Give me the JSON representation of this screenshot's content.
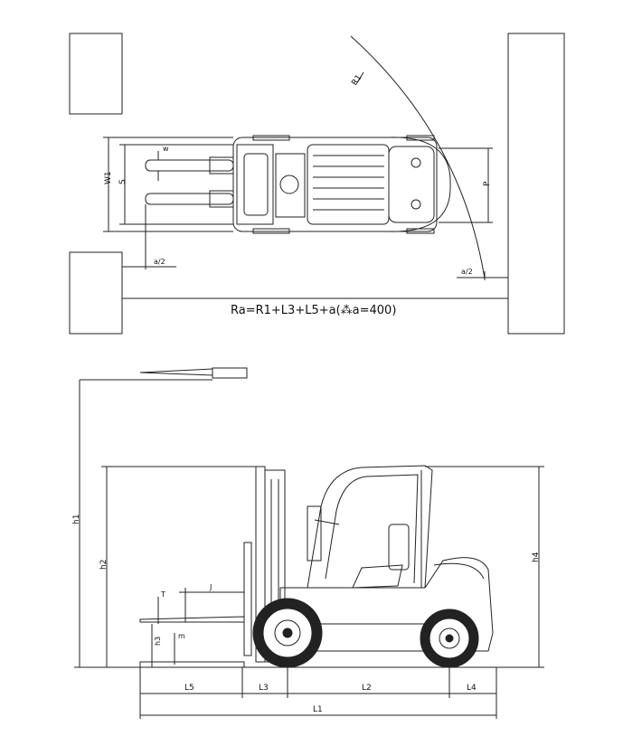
{
  "top_view": {
    "labels": {
      "R1": "R1",
      "W1": "W1",
      "S": "S",
      "w": "w",
      "P": "P",
      "a_half_left": "a/2",
      "a_half_right": "a/2"
    },
    "formula": "Ra=R1+L3+L5+a(",
    "formula_glyph": "⁂",
    "formula_tail": "a=400)"
  },
  "side_view": {
    "labels": {
      "h1": "h1",
      "h2": "h2",
      "h3": "h3",
      "h4": "h4",
      "T": "T",
      "J": "J",
      "m": "m",
      "L1": "L1",
      "L2": "L2",
      "L3": "L3",
      "L4": "L4",
      "L5": "L5"
    }
  }
}
